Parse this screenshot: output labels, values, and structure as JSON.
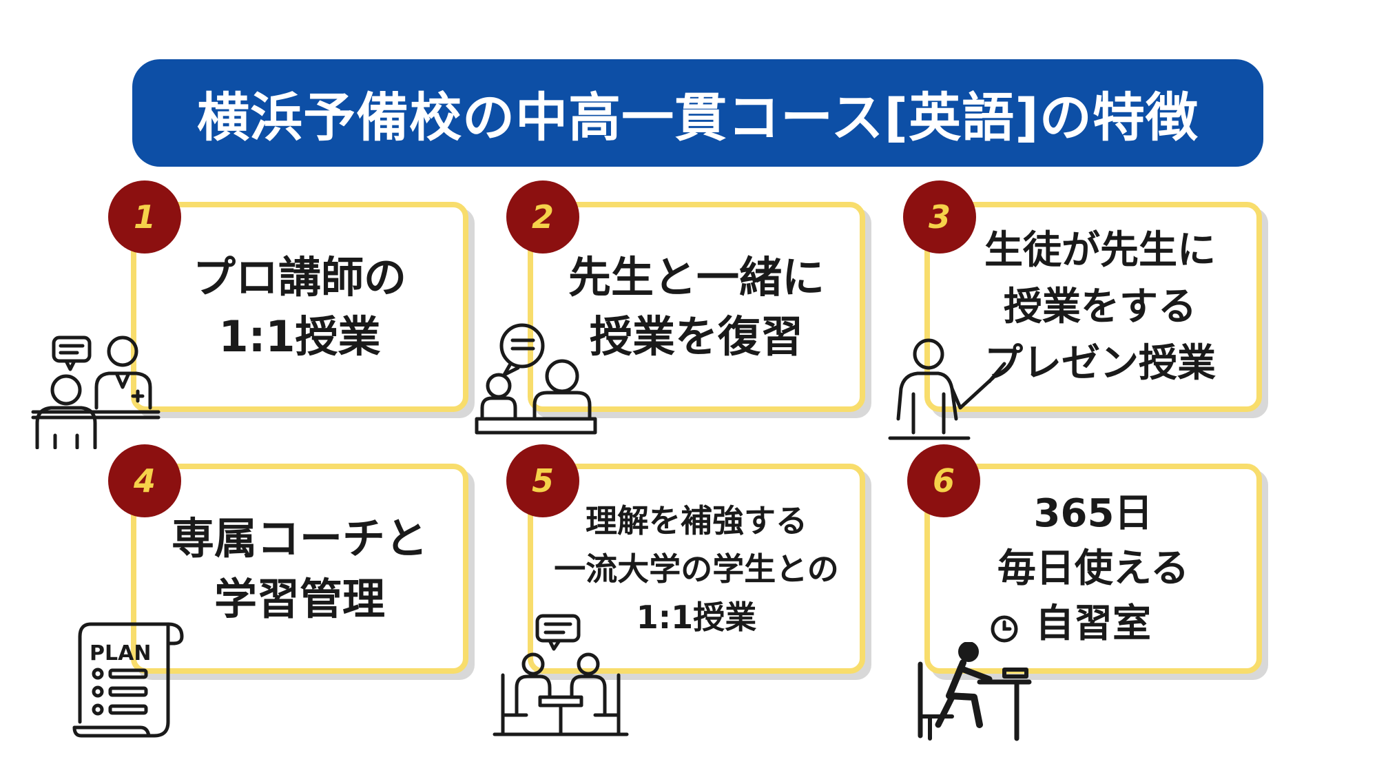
{
  "banner": {
    "title": "横浜予備校の中高一貫コース[英語]の特徴"
  },
  "features": [
    {
      "number": "1",
      "lines": [
        "プロ講師の",
        "1:1授業"
      ],
      "icon": "tutor-icon"
    },
    {
      "number": "2",
      "lines": [
        "先生と一緒に",
        "授業を復習"
      ],
      "icon": "review-icon"
    },
    {
      "number": "3",
      "lines": [
        "生徒が先生に",
        "授業をする",
        "プレゼン授業"
      ],
      "icon": "presenter-icon"
    },
    {
      "number": "4",
      "lines": [
        "専属コーチと",
        "学習管理"
      ],
      "icon": "plan-icon"
    },
    {
      "number": "5",
      "lines": [
        "理解を補強する",
        "一流大学の学生との",
        "1:1授業"
      ],
      "icon": "meeting-icon"
    },
    {
      "number": "6",
      "lines": [
        "365日",
        "毎日使える",
        "自習室"
      ],
      "icon": "study-room-icon"
    }
  ],
  "plan_icon_text": "PLAN",
  "colors": {
    "banner": "#0d4fa6",
    "card_border": "#f8dd6c",
    "badge": "#8c1010",
    "badge_text": "#f5d24a"
  }
}
